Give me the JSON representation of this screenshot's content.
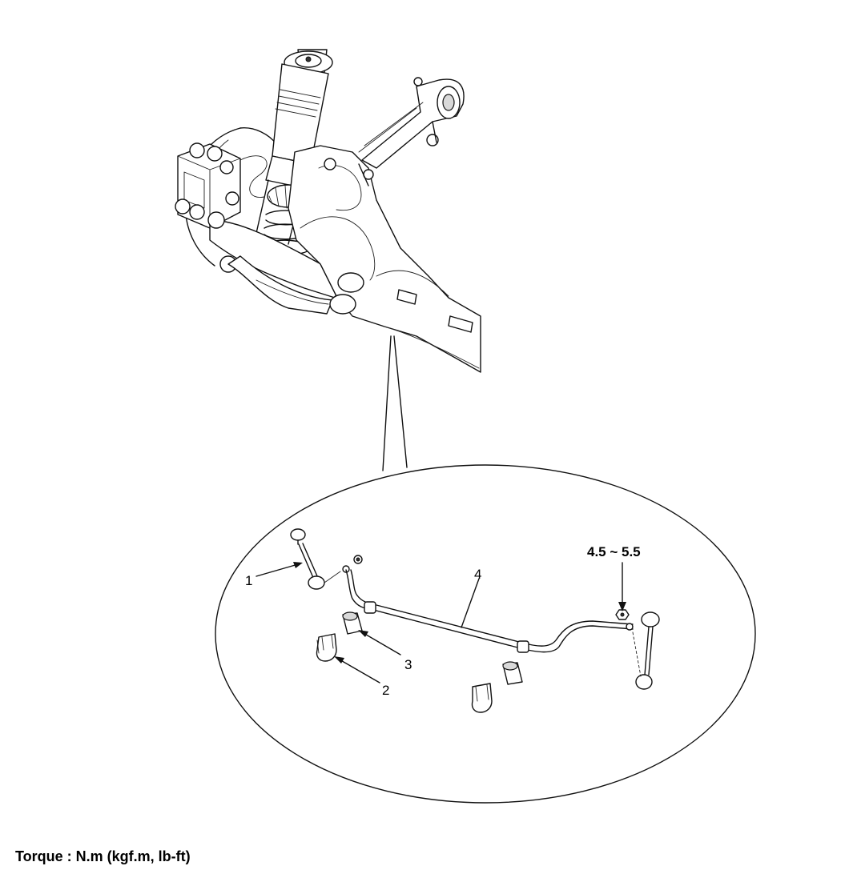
{
  "callouts": {
    "c1": "1",
    "c2": "2",
    "c3": "3",
    "c4": "4"
  },
  "torque_spec": "4.5 ~ 5.5",
  "torque_unit_label": "Torque : N.m (kgf.m, lb-ft)"
}
